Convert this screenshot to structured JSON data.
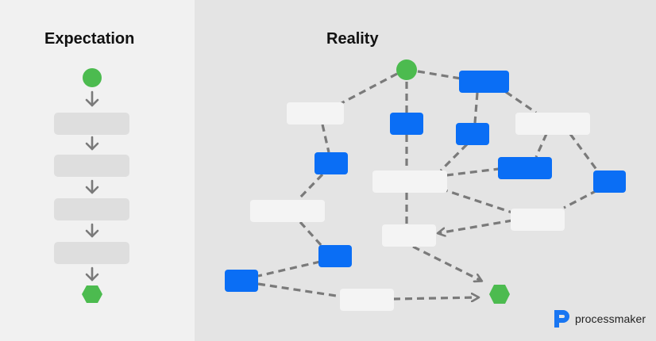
{
  "headings": {
    "expectation": "Expectation",
    "reality": "Reality"
  },
  "brand": {
    "name": "processmaker",
    "logo_icon": "processmaker-logo-icon"
  },
  "colors": {
    "left_bg": "#f1f1f1",
    "right_bg": "#e4e4e4",
    "start_node": "#4cbb4f",
    "end_node": "#4cbb4f",
    "blue_task": "#0a6ef5",
    "gray_task_left": "#dedede",
    "gray_task_right": "#f4f4f4",
    "arrow": "#7a7a7a"
  },
  "expectation_flow": {
    "steps": [
      "start-event",
      "task",
      "task",
      "task",
      "task",
      "end-event"
    ]
  },
  "reality_flow": {
    "node_kinds": [
      "start-event",
      "blue-task",
      "gray-task",
      "end-event"
    ],
    "connection_style": "dashed"
  }
}
